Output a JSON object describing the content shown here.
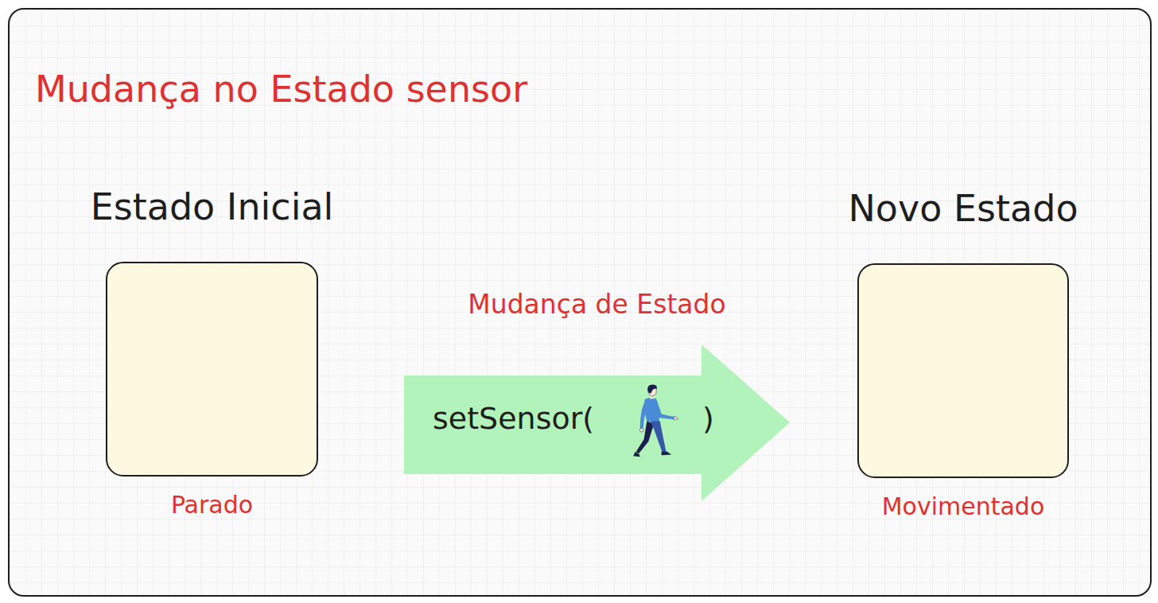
{
  "diagram": {
    "title": "Mudança no Estado sensor",
    "nodes": [
      {
        "text": [
          "Estado Inicial",
          "Parado"
        ]
      },
      {
        "text": [
          "Novo Estado",
          "Movimentado"
        ]
      }
    ],
    "edges": [
      {
        "from": 0,
        "to": 1,
        "arrow": "to",
        "label": "Mudança de Estado"
      }
    ],
    "labels": [
      "setSensor(",
      ")"
    ]
  }
}
